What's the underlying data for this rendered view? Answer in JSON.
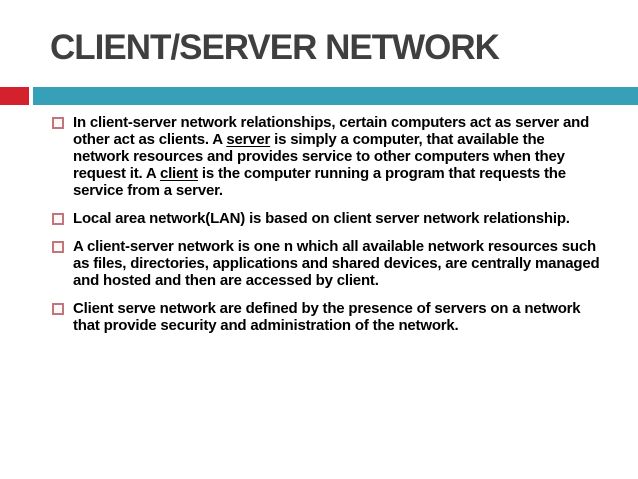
{
  "slide": {
    "title": "CLIENT/SERVER NETWORK",
    "colors": {
      "accent_red": "#D3212D",
      "accent_teal": "#35A0B8",
      "title_text": "#3F3F3F",
      "bullet_outline": "#C0777C",
      "body_text": "#000000"
    },
    "bullets": [
      {
        "segments": [
          {
            "text": "In client-server network relationships, certain computers act as server and other act as clients. A ",
            "underline": false
          },
          {
            "text": "server",
            "underline": true
          },
          {
            "text": " is simply a computer, that available the network resources and provides service to other computers when they request it. A ",
            "underline": false
          },
          {
            "text": "client",
            "underline": true
          },
          {
            "text": " is the computer running a program that requests the service from a server.",
            "underline": false
          }
        ]
      },
      {
        "segments": [
          {
            "text": "Local area network(LAN) is based on client server network relationship.",
            "underline": false
          }
        ]
      },
      {
        "segments": [
          {
            "text": "A client-server network is one n which all available network resources such as files, directories, applications and shared devices, are centrally managed and hosted and then are accessed by client.",
            "underline": false
          }
        ]
      },
      {
        "segments": [
          {
            "text": "Client serve network are defined by the presence of servers on a network that provide security and administration of the network.",
            "underline": false
          }
        ]
      }
    ]
  }
}
